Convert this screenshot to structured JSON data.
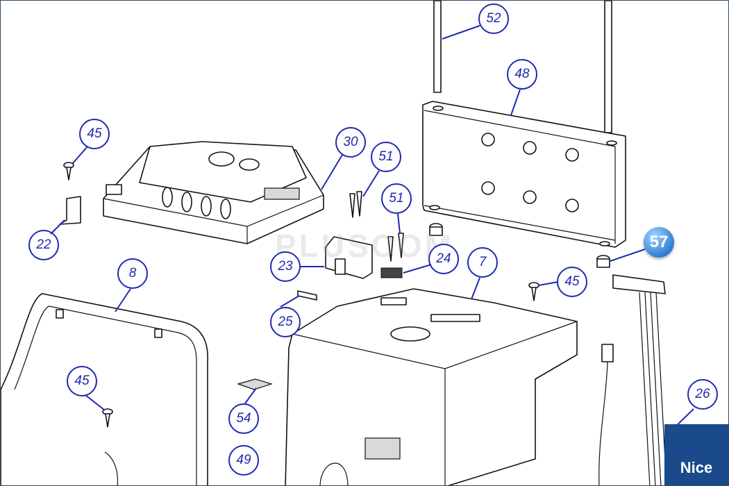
{
  "diagram": {
    "callouts": [
      {
        "id": "c52",
        "label": "52"
      },
      {
        "id": "c48",
        "label": "48"
      },
      {
        "id": "c45a",
        "label": "45"
      },
      {
        "id": "c30",
        "label": "30"
      },
      {
        "id": "c51a",
        "label": "51"
      },
      {
        "id": "c51b",
        "label": "51"
      },
      {
        "id": "c22",
        "label": "22"
      },
      {
        "id": "c57",
        "label": "57"
      },
      {
        "id": "c23",
        "label": "23"
      },
      {
        "id": "c24",
        "label": "24"
      },
      {
        "id": "c7",
        "label": "7"
      },
      {
        "id": "c8",
        "label": "8"
      },
      {
        "id": "c45b",
        "label": "45"
      },
      {
        "id": "c25",
        "label": "25"
      },
      {
        "id": "c45c",
        "label": "45"
      },
      {
        "id": "c26",
        "label": "26"
      },
      {
        "id": "c54",
        "label": "54"
      },
      {
        "id": "c49",
        "label": "49"
      }
    ],
    "watermark": "PLUSCOM",
    "brand": "Nice",
    "colors": {
      "callout": "#1c2bb0",
      "highlight": "#2f7fd3",
      "brand_bg": "#1a4a8c"
    }
  }
}
